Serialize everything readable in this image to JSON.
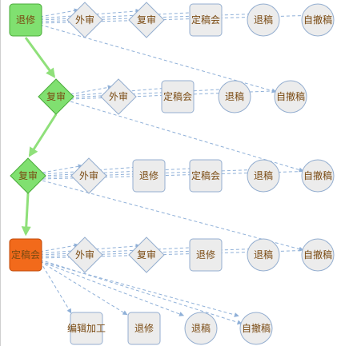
{
  "colors": {
    "current_fill": "#80e070",
    "current_stroke": "#4aab3a",
    "active_fill": "#f26a1b",
    "active_stroke": "#c04a0a",
    "option_fill": "#ececec",
    "option_stroke": "#94aed0",
    "edge": "#8fb0d8",
    "flow": "#8fe07a",
    "label": "#7a4a12"
  },
  "stages": [
    {
      "label": "退修",
      "shape": "rect",
      "state": "done",
      "options": [
        {
          "label": "外审",
          "shape": "diamond"
        },
        {
          "label": "复审",
          "shape": "diamond"
        },
        {
          "label": "定稿会",
          "shape": "rect"
        },
        {
          "label": "退稿",
          "shape": "circle"
        },
        {
          "label": "自撤稿",
          "shape": "circle"
        }
      ]
    },
    {
      "label": "复审",
      "shape": "diamond",
      "state": "done",
      "options": [
        {
          "label": "外审",
          "shape": "diamond"
        },
        {
          "label": "定稿会",
          "shape": "rect"
        },
        {
          "label": "退稿",
          "shape": "circle"
        },
        {
          "label": "自撤稿",
          "shape": "circle"
        }
      ]
    },
    {
      "label": "复审",
      "shape": "diamond",
      "state": "done",
      "options": [
        {
          "label": "外审",
          "shape": "diamond"
        },
        {
          "label": "退修",
          "shape": "rect"
        },
        {
          "label": "定稿会",
          "shape": "rect"
        },
        {
          "label": "退稿",
          "shape": "circle"
        },
        {
          "label": "自撤稿",
          "shape": "circle"
        }
      ]
    },
    {
      "label": "定稿会",
      "shape": "rect",
      "state": "current",
      "options": [
        {
          "label": "外审",
          "shape": "diamond"
        },
        {
          "label": "复审",
          "shape": "diamond"
        },
        {
          "label": "退修",
          "shape": "rect"
        },
        {
          "label": "退稿",
          "shape": "circle"
        },
        {
          "label": "自撤稿",
          "shape": "circle"
        }
      ]
    },
    {
      "label": "",
      "shape": "none",
      "state": "future",
      "options": [
        {
          "label": "编辑加工",
          "shape": "rect"
        },
        {
          "label": "退修",
          "shape": "rect"
        },
        {
          "label": "退稿",
          "shape": "circle"
        },
        {
          "label": "自撤稿",
          "shape": "circle"
        }
      ]
    }
  ]
}
